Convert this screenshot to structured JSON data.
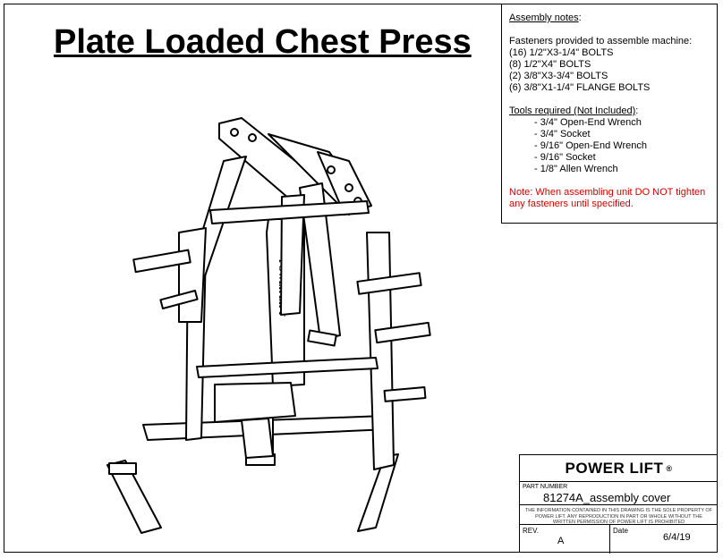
{
  "title": "Plate Loaded Chest Press",
  "notes": {
    "assembly_header": "Assembly notes",
    "assembly_colon": ":",
    "fasteners_intro": "Fasteners provided to assemble machine:",
    "fasteners": [
      "(16) 1/2\"X3-1/4\" BOLTS",
      "(8) 1/2\"X4\" BOLTS",
      "(2) 3/8\"X3-3/4\" BOLTS",
      "(6) 3/8\"X1-1/4\" FLANGE BOLTS"
    ],
    "tools_header": "Tools required (Not Included)",
    "tools_colon": ":",
    "tools": [
      "- 3/4\" Open-End Wrench",
      "- 3/4\" Socket",
      "- 9/16\" Open-End Wrench",
      "- 9/16\" Socket",
      "- 1/8\" Allen Wrench"
    ],
    "warning": "Note: When assembling unit DO NOT tighten any fasteners until specified.",
    "warning_color": "#d40000"
  },
  "title_block": {
    "brand": "POWER LIFT",
    "registered": "®",
    "part_number_label": "PART NUMBER",
    "part_number": "81274A_assembly cover",
    "disclaimer": "THE INFORMATION CONTAINED IN THIS DRAWING IS THE SOLE PROPERTY OF POWER LIFT. ANY REPRODUCTION IN PART OR WHOLE WITHOUT THE WRITTEN PERMISSION OF POWER LIFT IS PROHIBITED",
    "rev_label": "REV.",
    "rev": "A",
    "date_label": "Date",
    "date": "6/4/19"
  },
  "machine": {
    "seat_back_logo": "POWER LIFT"
  }
}
